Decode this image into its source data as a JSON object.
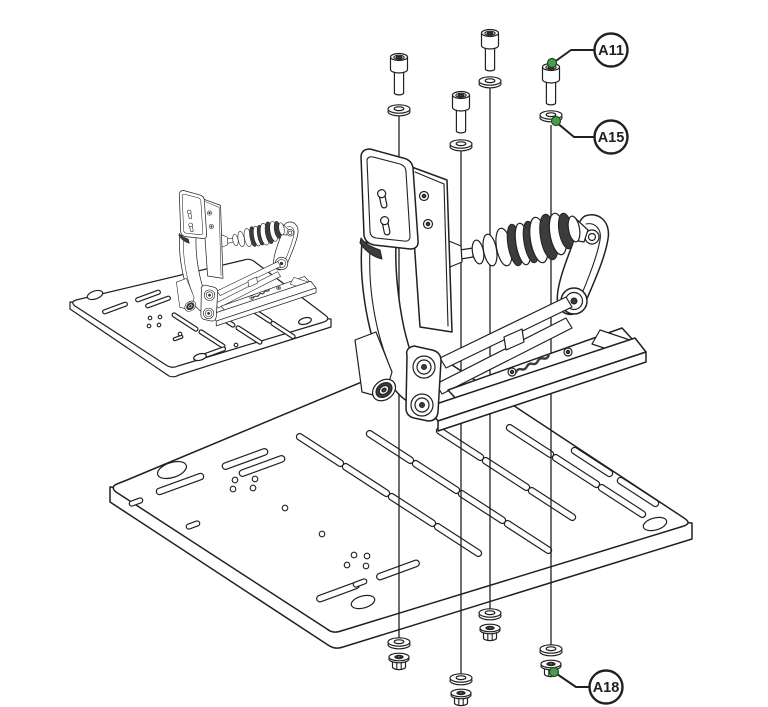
{
  "diagram": {
    "colors": {
      "background": "#ffffff",
      "line": "#231f20",
      "marker_green": "#4a9d4c",
      "shade_dark": "#3c3c3c"
    },
    "callouts": [
      {
        "label": "A11",
        "target_part": "socket-head-cap-screw"
      },
      {
        "label": "A15",
        "target_part": "flat-washer"
      },
      {
        "label": "A18",
        "target_part": "flange-lock-nut"
      }
    ]
  }
}
